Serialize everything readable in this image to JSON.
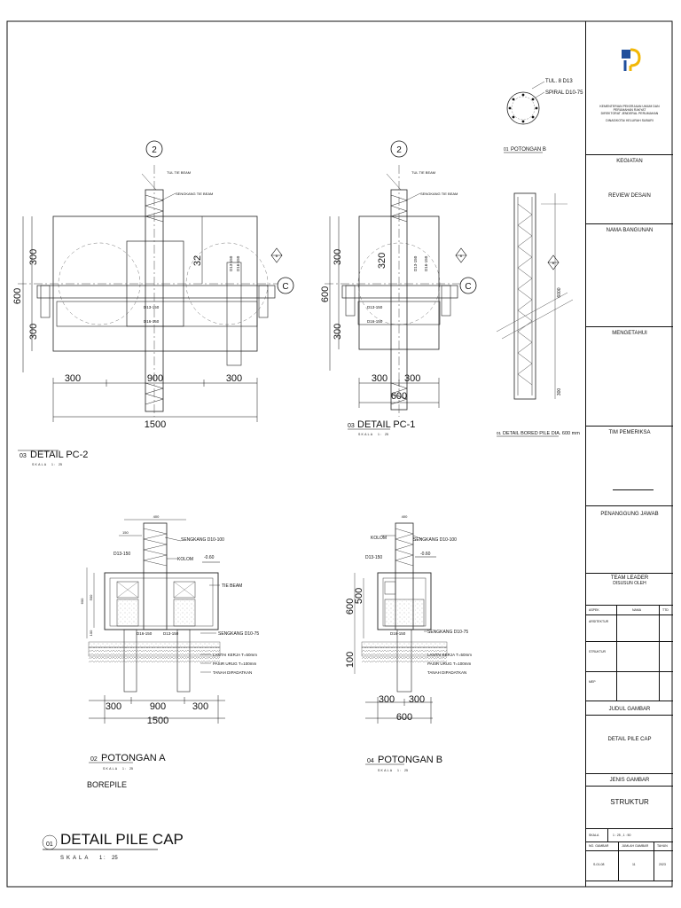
{
  "sheet": {
    "main_title": "DETAIL PILE CAP",
    "main_title_no": "01",
    "scale_word": "SKALA",
    "scale_sep": "1 :",
    "scale_main": "25",
    "scale_views": "25"
  },
  "views": {
    "pc2": {
      "no": "03",
      "title": "DETAIL PC-2",
      "grid_2": "2",
      "grid_c": "C",
      "grid_b": "B",
      "tul_tie_beam": "TUL TIE BEAM",
      "sengkang_tie_beam": "SENGKANG TIE BEAM",
      "rebar_1": "D13-150",
      "rebar_2": "D16-150",
      "rebar_3": "D13-150",
      "rebar_4": "D16-150",
      "dim_300a": "300",
      "dim_300b": "300",
      "dim_600": "600",
      "dim_32": "32",
      "dim_300c": "300",
      "dim_900": "900",
      "dim_300d": "300",
      "dim_1500": "1500"
    },
    "pc1": {
      "no": "03",
      "title": "DETAIL PC-1",
      "grid_2": "2",
      "grid_c": "C",
      "grid_b": "B",
      "tul_tie_beam": "TUL TIE BEAM",
      "sengkang_tie_beam": "SENGKANG TIE BEAM",
      "rebar_1": "D13-150",
      "rebar_2": "D16-150",
      "rebar_3": "D13-150",
      "rebar_4": "D16-150",
      "dim_320": "320",
      "dim_600": "600",
      "dim_300a": "300",
      "dim_300b": "300",
      "dim_300c": "300",
      "dim_600b": "600"
    },
    "pot_b_section": {
      "no": "01",
      "title": "POTONGAN B",
      "tul": "TUL. 8 D13",
      "spiral": "SPIRAL D10-75"
    },
    "bored_pile": {
      "no": "01",
      "title": "DETAIL BORED PILE DIA. 600 mm",
      "grid_b": "B",
      "dim_len": "6000",
      "dim_bot": "300"
    },
    "pot_a": {
      "no": "02",
      "title": "POTONGAN A",
      "note": "BOREPILE",
      "dim_400": "400",
      "dim_150": "150",
      "sengkang_d10": "SENGKANG D10-100",
      "d13": "D13-150",
      "kolom": "KOLOM",
      "level": "-0.60",
      "tie_beam": "TIE BEAM",
      "d16": "D16-150",
      "d13b": "D13-150",
      "sengkang_d10_75": "SENGKANG D10-75",
      "lantai": "LANTAI KERJA T=50mm",
      "pasir": "PASIR URUG T=100mm",
      "tanah": "TANAH DIPADATKAN",
      "dim_300a": "300",
      "dim_900": "900",
      "dim_300b": "300",
      "dim_1500": "1500",
      "dim_600v": "600",
      "dim_500v": "500",
      "dim_100v": "100"
    },
    "pot_b": {
      "no": "04",
      "title": "POTONGAN B",
      "dim_400": "400",
      "kolom": "KOLOM",
      "sengkang_d10": "SENGKANG D10-100",
      "d13": "D13-150",
      "level": "-0.60",
      "d16": "D16-150",
      "sengkang_d10_75": "SENGKANG D10-75",
      "lantai": "LANTAI KERJA T=50mm",
      "pasir": "PASIR URUG T=100mm",
      "tanah": "TANAH DIPADATKAN",
      "dim_600v": "600",
      "dim_500v": "500",
      "dim_100v": "100",
      "dim_300a": "300",
      "dim_300b": "300",
      "dim_600": "600"
    }
  },
  "title_block": {
    "org_line1": "KEMENTERIAN PEKERJAAN UMUM DAN PERUMAHAN RAKYAT",
    "org_line2": "DIREKTORAT JENDERAL PERUMAHAN",
    "org_line3": "DINAS/KOTA/ KELURAH SUBURI",
    "kegiatan": "KEGIATAN",
    "kegiatan_value": "REVIEW DESAIN",
    "nama_bangunan": "NAMA BANGUNAN",
    "mengetahui": "MENGETAHUI",
    "tim_pemeriksa": "TIM PEMERIKSA",
    "penanggung_jawab": "PENANGGUNG JAWAB",
    "team_leader": "TEAM LEADER",
    "disusun_oleh": "DISUSUN OLEH",
    "col_aspek": "ASPEK",
    "col_nama": "NAMA",
    "col_ttd": "TTD",
    "row_arsitektur": "ARSITEKTUR",
    "row_struktur": "STRUKTUR",
    "row_mep": "MEP",
    "judul_gambar": "JUDUL GAMBAR",
    "judul_value": "DETAIL PILE CAP",
    "jenis_gambar": "JENIS GAMBAR",
    "jenis_value": "STRUKTUR",
    "skala_label": "SKALA",
    "skala_value": "1 : 25 , 1 : 50",
    "no_gambar_label": "NO. GAMBAR",
    "jumlah_label": "JUMLAH GAMBAR",
    "tahun_label": "TAHUN",
    "no_gambar_value": "S-01-08",
    "jumlah_value": "11",
    "tahun_value": "2023"
  }
}
